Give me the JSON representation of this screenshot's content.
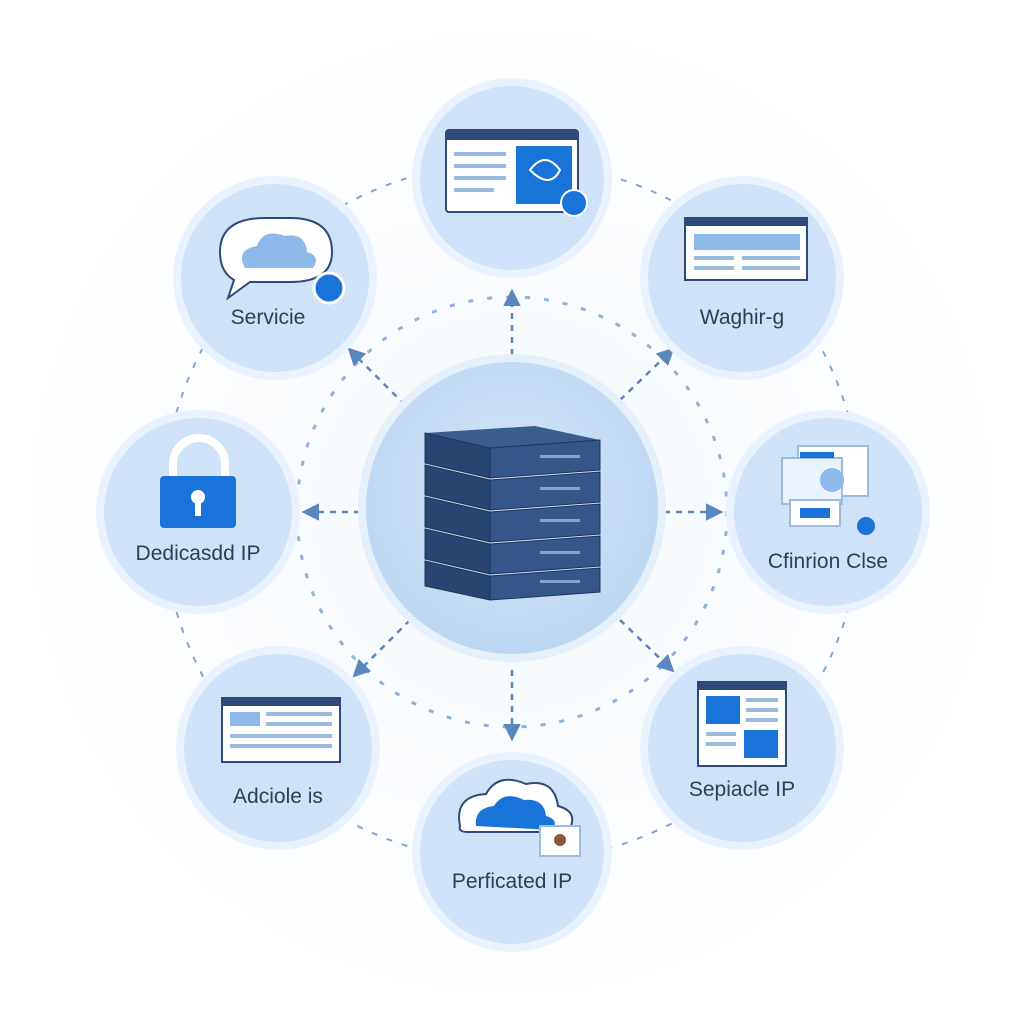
{
  "center": {
    "name": "server-stack"
  },
  "nodes": [
    {
      "id": "top",
      "label": "",
      "icon": "map-window-icon"
    },
    {
      "id": "upper-left",
      "label": "Servicie",
      "icon": "cloud-chat-icon"
    },
    {
      "id": "upper-right",
      "label": "Waghir-g",
      "icon": "laptop-window-icon"
    },
    {
      "id": "left",
      "label": "Dedicasdd IP",
      "icon": "lock-icon"
    },
    {
      "id": "right",
      "label": "Cfinrion Clse",
      "icon": "documents-icon"
    },
    {
      "id": "lower-left",
      "label": "Adciole is",
      "icon": "browser-window-icon"
    },
    {
      "id": "lower-right",
      "label": "Sepiacle IP",
      "icon": "tablet-document-icon"
    },
    {
      "id": "bottom",
      "label": "Perficated IP",
      "icon": "cloud-card-icon"
    }
  ],
  "colors": {
    "node_fill": "#cfe2f7",
    "node_ring": "#e9f2fc",
    "accent": "#1a73d9",
    "server": "#2e4a7a",
    "arrow": "#5b87bf"
  }
}
